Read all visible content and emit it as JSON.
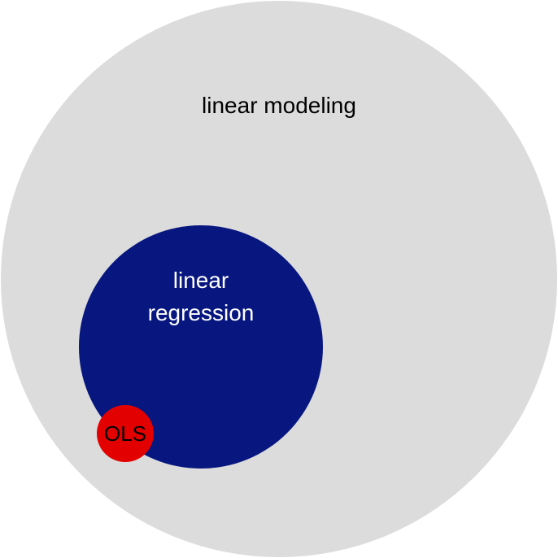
{
  "diagram": {
    "outer": {
      "label": "linear modeling",
      "fill": "#dcdcdc",
      "text_color": "#000000"
    },
    "middle": {
      "label_line1": "linear",
      "label_line2": "regression",
      "fill": "#07177f",
      "text_color": "#ffffff"
    },
    "inner": {
      "label": "OLS",
      "fill": "#e30000",
      "text_color": "#000000"
    }
  }
}
